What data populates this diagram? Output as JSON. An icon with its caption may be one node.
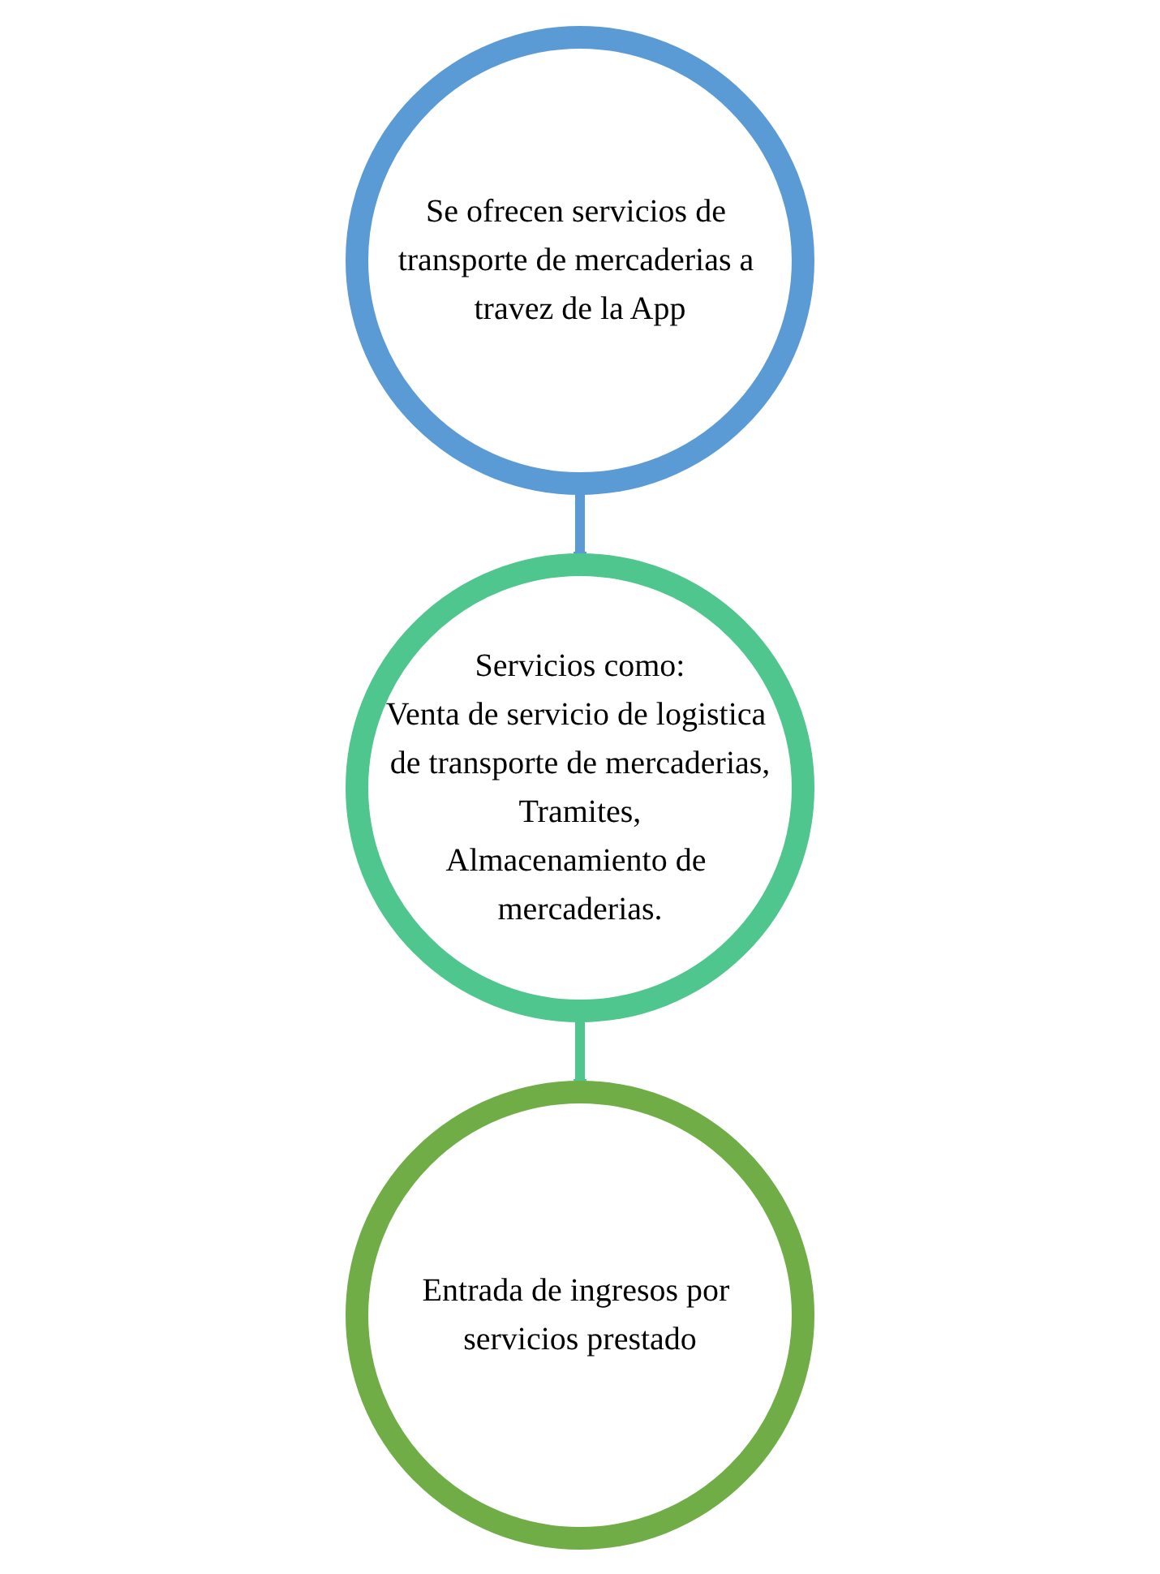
{
  "diagram": {
    "nodes": [
      {
        "text": [
          "Se ofrecen servicios de transporte de mercaderias a travez de la App"
        ]
      },
      {
        "text": [
          "Servicios como:",
          "Venta de servicio de logistica de transporte de mercaderias,",
          "Tramites,",
          "Almacenamiento de mercaderias."
        ]
      },
      {
        "text": [
          "Entrada de ingresos por servicios prestado"
        ]
      }
    ],
    "edges": [
      {
        "from": 0,
        "to": 1,
        "arrow": "to"
      },
      {
        "from": 1,
        "to": 2,
        "arrow": "to"
      }
    ]
  }
}
